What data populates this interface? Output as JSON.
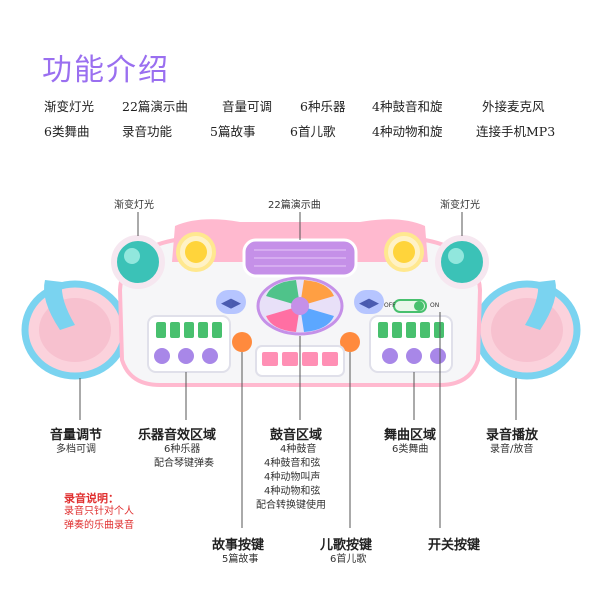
{
  "title": "功能介绍",
  "features": [
    "渐变灯光",
    "22篇演示曲",
    "音量可调",
    "6种乐器",
    "4种鼓音和旋",
    "外接麦克风",
    "6类舞曲",
    "录音功能",
    "5篇故事",
    "6首儿歌",
    "4种动物和旋",
    "连接手机MP3"
  ],
  "top_callouts": {
    "left": "渐变灯光",
    "center": "22篇演示曲",
    "right": "渐变灯光"
  },
  "regions": {
    "volume": {
      "title": "音量调节",
      "desc": "多档可调"
    },
    "instrument": {
      "title": "乐器音效区域",
      "desc": [
        "6种乐器",
        "配合琴键弹奏"
      ]
    },
    "drum": {
      "title": "鼓音区域",
      "desc": [
        "4种鼓音",
        "4种鼓音和弦",
        "4种动物叫声",
        "4种动物和弦",
        "配合转换键使用"
      ]
    },
    "dance": {
      "title": "舞曲区域",
      "desc": "6类舞曲"
    },
    "record": {
      "title": "录音播放",
      "desc": "录音/放音"
    },
    "story": {
      "title": "故事按键",
      "desc": "5篇故事"
    },
    "song": {
      "title": "儿歌按键",
      "desc": "6首儿歌"
    },
    "power": {
      "title": "开关按键"
    }
  },
  "record_note": {
    "title": "录音说明：",
    "lines": [
      "录音只针对个人",
      "弹奏的乐曲录音"
    ]
  },
  "switch_labels": {
    "off": "OFF",
    "on": "ON"
  },
  "colors": {
    "title": "#9a6ff0",
    "note": "#e03030",
    "toy_body": "#ffd6e6",
    "toy_accent": "#7ad3f0"
  }
}
